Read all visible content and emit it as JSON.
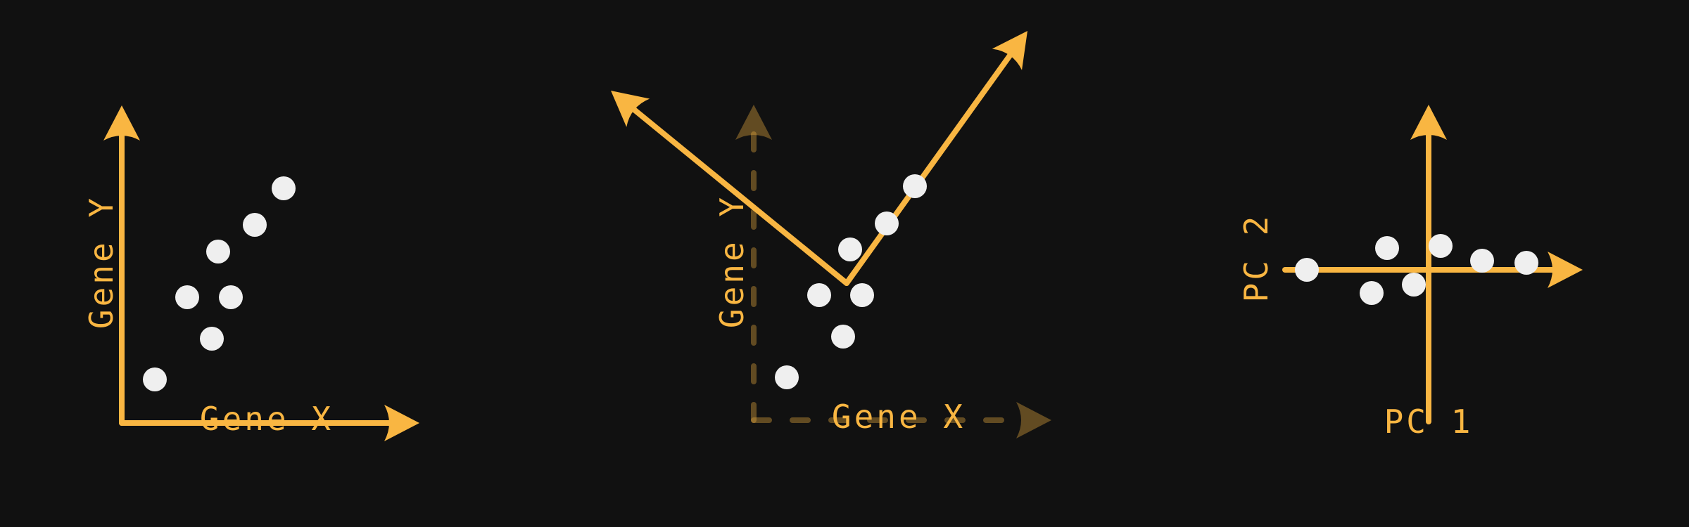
{
  "panels": [
    {
      "x_label": "Gene X",
      "y_label": "Gene Y"
    },
    {
      "x_label": "Gene X",
      "y_label": "Gene Y"
    },
    {
      "x_label": "PC 1",
      "y_label": "PC 2"
    }
  ],
  "colors": {
    "background": "#111111",
    "accent": "#f9b642",
    "point": "#efefef"
  }
}
